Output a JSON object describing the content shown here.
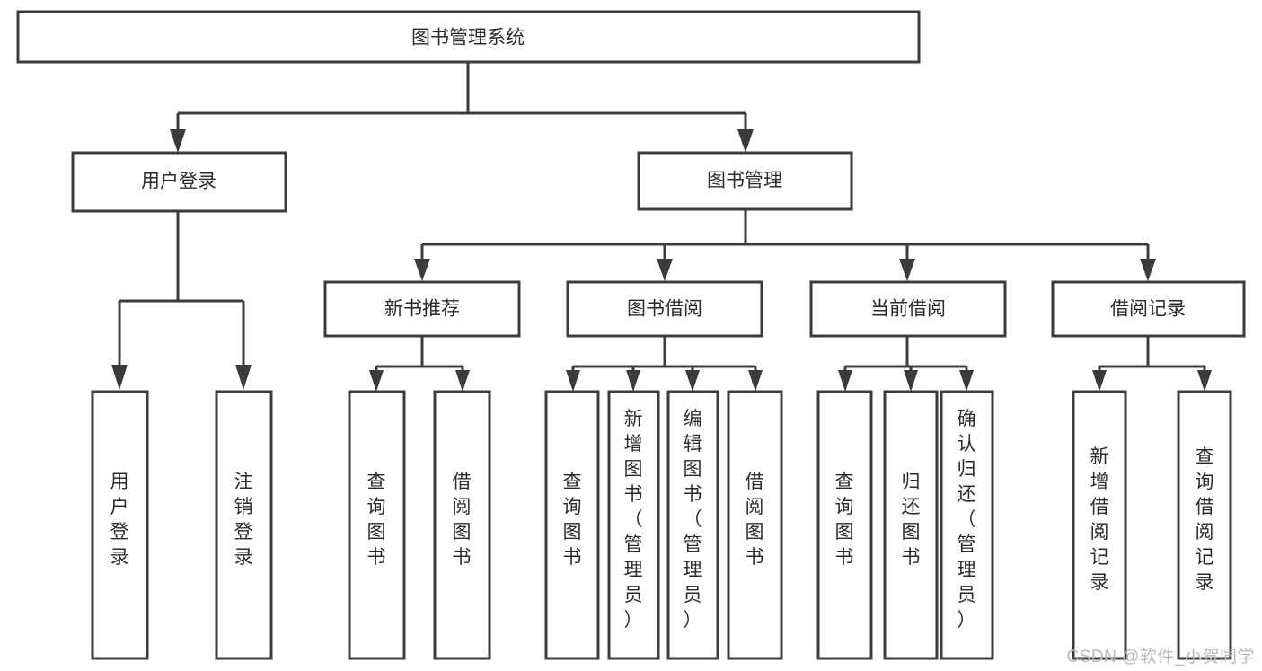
{
  "diagram": {
    "type": "tree-hierarchy-flowchart",
    "title_node": {
      "id": "root",
      "label": "图书管理系统"
    },
    "level1": [
      {
        "id": "user-login",
        "label": "用户登录"
      },
      {
        "id": "book-manage",
        "label": "图书管理"
      }
    ],
    "level2": [
      {
        "id": "new-book-recommend",
        "label": "新书推荐",
        "parent": "book-manage"
      },
      {
        "id": "book-borrow",
        "label": "图书借阅",
        "parent": "book-manage"
      },
      {
        "id": "current-borrow",
        "label": "当前借阅",
        "parent": "book-manage"
      },
      {
        "id": "borrow-record",
        "label": "借阅记录",
        "parent": "book-manage"
      }
    ],
    "leaves": [
      {
        "id": "leaf-user-login",
        "label": "用户登录",
        "parent": "user-login"
      },
      {
        "id": "leaf-user-logout",
        "label": "注销登录",
        "parent": "user-login"
      },
      {
        "id": "leaf-query-book-1",
        "label": "查询图书",
        "parent": "new-book-recommend"
      },
      {
        "id": "leaf-borrow-book-1",
        "label": "借阅图书",
        "parent": "new-book-recommend"
      },
      {
        "id": "leaf-query-book-2",
        "label": "查询图书",
        "parent": "book-borrow"
      },
      {
        "id": "leaf-add-book",
        "label": "新增图书（管理员）",
        "parent": "book-borrow"
      },
      {
        "id": "leaf-edit-book",
        "label": "编辑图书（管理员）",
        "parent": "book-borrow"
      },
      {
        "id": "leaf-borrow-book-2",
        "label": "借阅图书",
        "parent": "book-borrow"
      },
      {
        "id": "leaf-query-book-3",
        "label": "查询图书",
        "parent": "current-borrow"
      },
      {
        "id": "leaf-return-book",
        "label": "归还图书",
        "parent": "current-borrow"
      },
      {
        "id": "leaf-confirm-return",
        "label": "确认归还（管理员）",
        "parent": "current-borrow"
      },
      {
        "id": "leaf-add-record",
        "label": "新增借阅记录",
        "parent": "borrow-record"
      },
      {
        "id": "leaf-query-record",
        "label": "查询借阅记录",
        "parent": "borrow-record"
      }
    ],
    "colors": {
      "stroke": "#3b3b3b",
      "fill": "#ffffff",
      "text": "#2b2b2b",
      "watermark": "#b9b9b9"
    }
  },
  "watermark": {
    "text": "CSDN @软件_小贺同学"
  }
}
